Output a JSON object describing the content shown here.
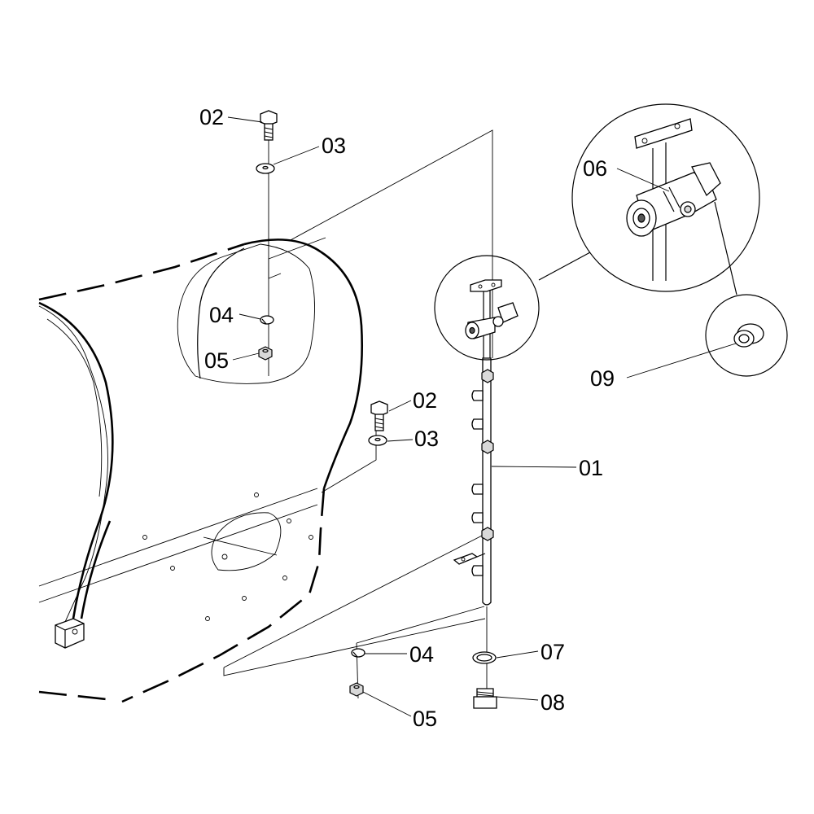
{
  "callouts": {
    "c01": "01",
    "c02a": "02",
    "c03a": "03",
    "c04a": "04",
    "c05a": "05",
    "c02b": "02",
    "c03b": "03",
    "c04b": "04",
    "c05b": "05",
    "c06": "06",
    "c07": "07",
    "c08": "08",
    "c09": "09"
  }
}
